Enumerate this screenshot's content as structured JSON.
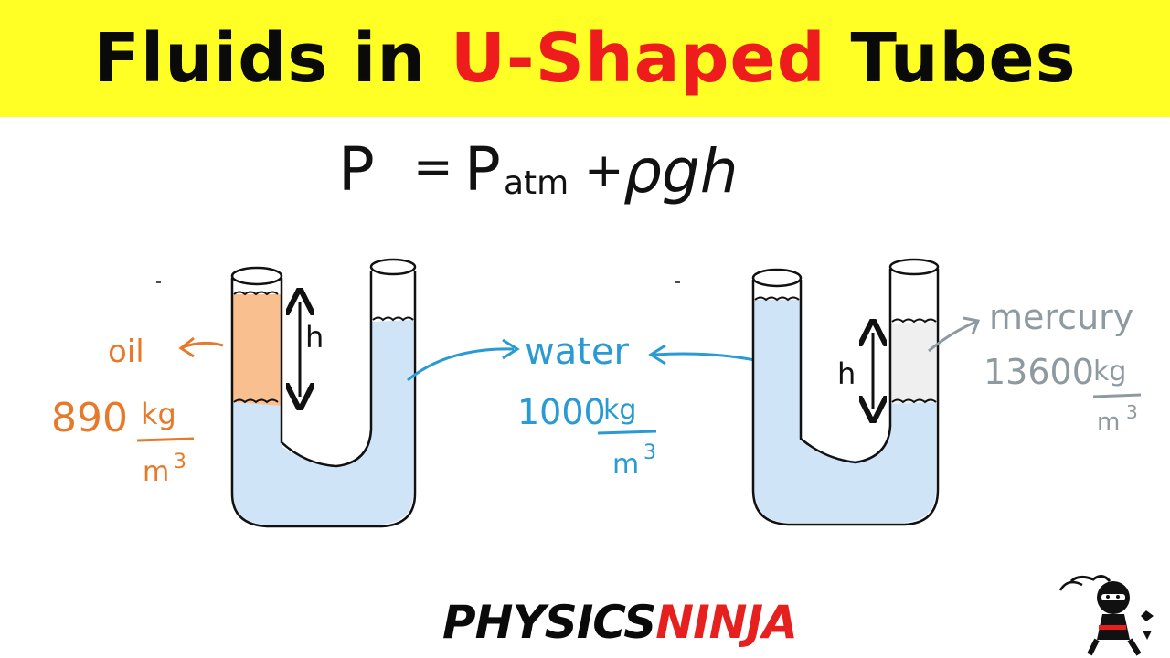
{
  "title": {
    "part1": "Fluids in ",
    "part2": "U-Shaped",
    "part3": " Tubes",
    "accent_color": "#ee1c1c",
    "banner_color": "#ffff26"
  },
  "equation": {
    "lhs": "P",
    "equals": "=",
    "p": "P",
    "atm": "atm",
    "plus": "+",
    "term": "ρgh"
  },
  "left_tube": {
    "height_label": "h",
    "fluid_label": "oil",
    "density_number": "890",
    "density_numerator": "kg",
    "density_denominator": "m",
    "density_exponent": "3",
    "fluid_color": "#f9bf8f"
  },
  "center": {
    "fluid_label": "water",
    "density_number": "1000",
    "density_numerator": "kg",
    "density_denominator": "m",
    "density_exponent": "3",
    "fluid_color": "#cfe4f7",
    "label_color": "#2a9ad4"
  },
  "right_tube": {
    "height_label": "h",
    "fluid_label": "mercury",
    "density_number": "13600",
    "density_numerator": "kg",
    "density_denominator": "m",
    "density_exponent": "3",
    "fluid_color": "#efefef",
    "label_color": "#8e9a9f"
  },
  "logo": {
    "physics": "PHYSICS",
    "ninja": "NINJA"
  },
  "icons": [
    "ninja-mascot-icon"
  ]
}
